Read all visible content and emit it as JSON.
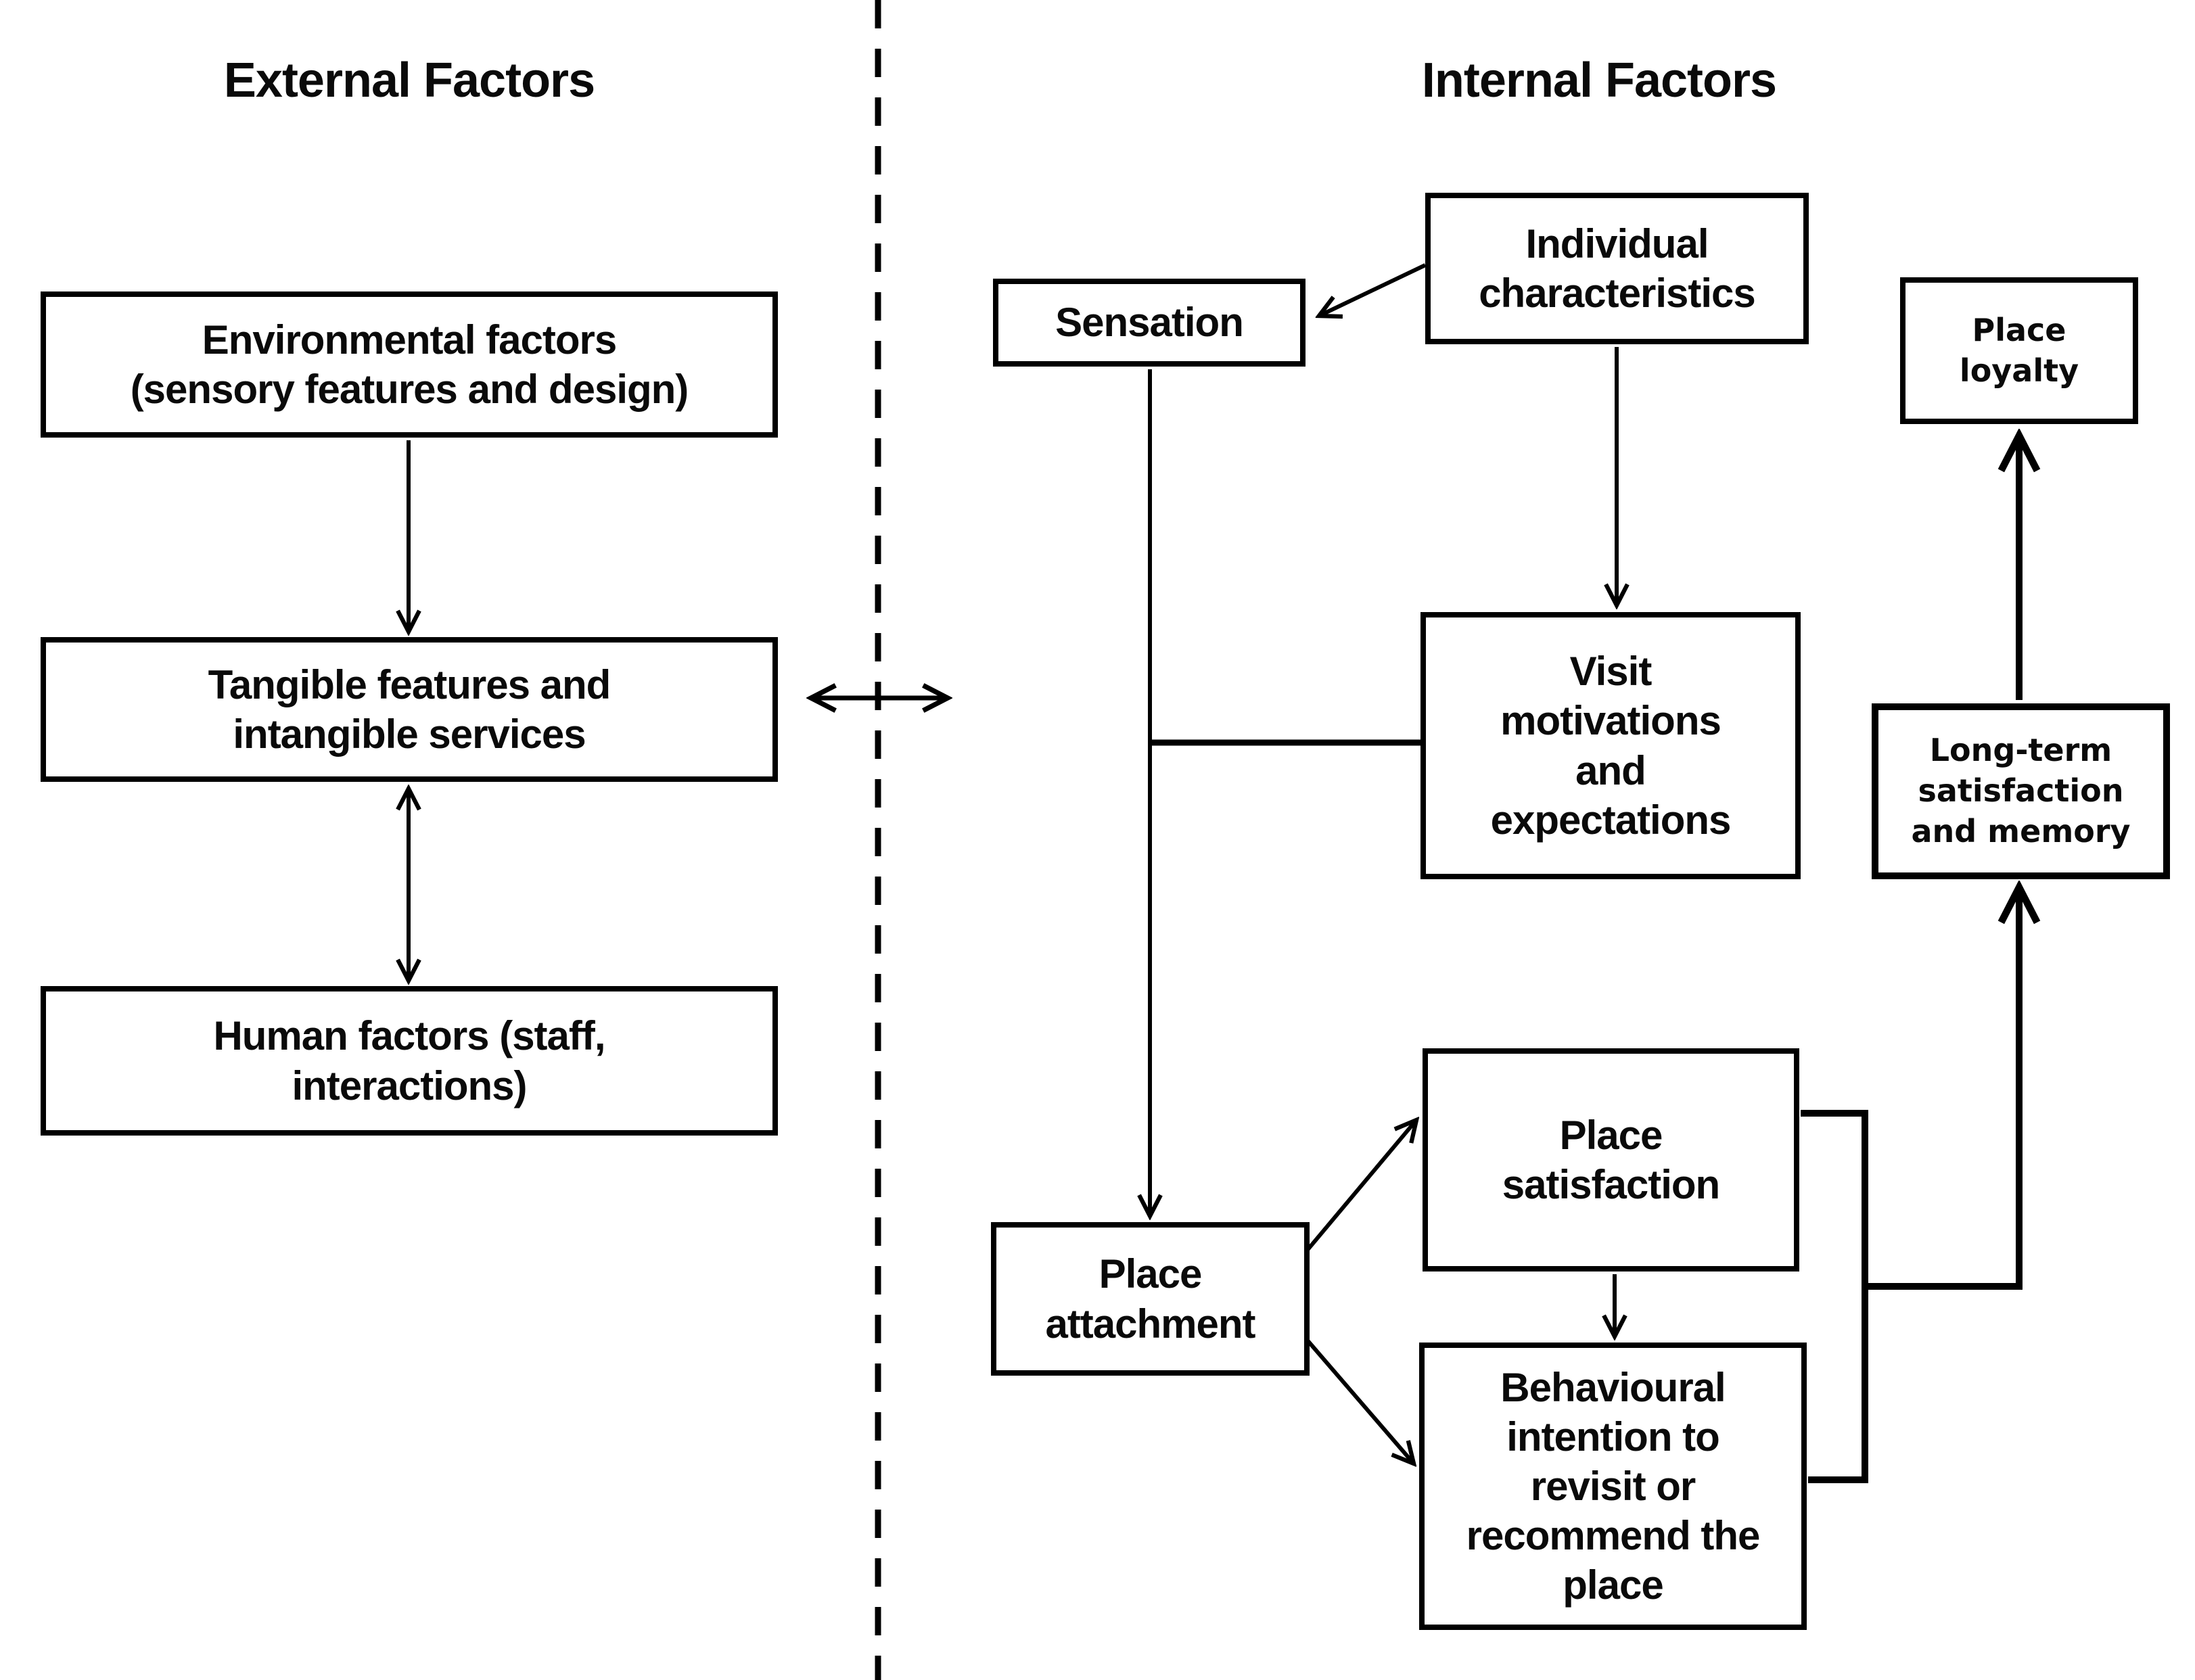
{
  "diagram": {
    "background_color": "#ffffff",
    "line_color": "#000000",
    "sections": {
      "left": {
        "title": "External Factors"
      },
      "right": {
        "title": "Internal Factors"
      }
    },
    "nodes": {
      "environmental": {
        "label": "Environmental factors\n(sensory features and design)"
      },
      "tangible": {
        "label": "Tangible features and\nintangible services"
      },
      "human": {
        "label": "Human factors (staff,\ninteractions)"
      },
      "sensation": {
        "label": "Sensation"
      },
      "individual": {
        "label": "Individual\ncharacteristics"
      },
      "place_loyalty": {
        "label": "Place\nloyalty"
      },
      "visit_motivations": {
        "label": "Visit\nmotivations\nand\nexpectations"
      },
      "long_term": {
        "label": "Long-term\nsatisfaction\nand memory"
      },
      "place_satisfaction": {
        "label": "Place\nsatisfaction"
      },
      "place_attachment": {
        "label": "Place\nattachment"
      },
      "behavioural_intention": {
        "label": "Behavioural\nintention to\nrevisit or\nrecommend the\nplace"
      }
    },
    "connections": [
      {
        "from": "environmental",
        "to": "tangible",
        "type": "arrow"
      },
      {
        "from": "tangible",
        "to": "human",
        "type": "double-arrow"
      },
      {
        "from": "external-section",
        "to": "internal-section",
        "type": "double-arrow"
      },
      {
        "from": "individual",
        "to": "sensation",
        "type": "arrow"
      },
      {
        "from": "individual",
        "to": "visit_motivations",
        "type": "arrow"
      },
      {
        "from": "sensation",
        "to": "place_attachment",
        "type": "arrow"
      },
      {
        "from": "visit_motivations",
        "to": "sensation-line",
        "type": "line"
      },
      {
        "from": "place_attachment",
        "to": "place_satisfaction",
        "type": "arrow"
      },
      {
        "from": "place_attachment",
        "to": "behavioural_intention",
        "type": "arrow"
      },
      {
        "from": "place_satisfaction",
        "to": "behavioural_intention",
        "type": "arrow"
      },
      {
        "from": "place_satisfaction+behavioural_intention",
        "to": "long_term",
        "type": "arrow"
      },
      {
        "from": "long_term",
        "to": "place_loyalty",
        "type": "arrow"
      }
    ]
  }
}
